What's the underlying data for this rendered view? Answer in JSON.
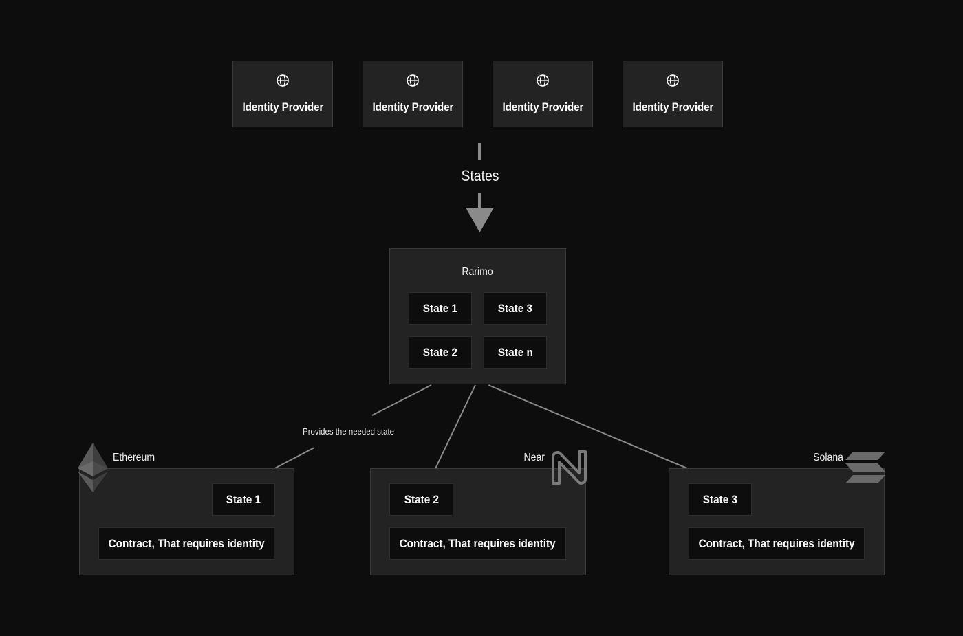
{
  "identity_providers": [
    {
      "label": "Identity Provider",
      "icon": "globe-icon"
    },
    {
      "label": "Identity Provider",
      "icon": "globe-icon"
    },
    {
      "label": "Identity Provider",
      "icon": "globe-icon"
    },
    {
      "label": "Identity Provider",
      "icon": "globe-icon"
    }
  ],
  "states_label": "States",
  "rarimo": {
    "title": "Rarimo",
    "states": [
      "State 1",
      "State 3",
      "State 2",
      "State n"
    ]
  },
  "edge_label": "Provides the needed state",
  "chains": [
    {
      "name": "Ethereum",
      "icon": "ethereum-logo-icon",
      "state": "State 1",
      "contract": "Contract, That requires identity"
    },
    {
      "name": "Near",
      "icon": "near-logo-icon",
      "state": "State 2",
      "contract": "Contract, That requires identity"
    },
    {
      "name": "Solana",
      "icon": "solana-logo-icon",
      "state": "State 3",
      "contract": "Contract, That requires identity"
    }
  ],
  "colors": {
    "background": "#0d0d0d",
    "panel": "#232323",
    "panel_border": "#3a3a3a",
    "arrow": "#8a8a8a",
    "text": "#ffffff"
  }
}
